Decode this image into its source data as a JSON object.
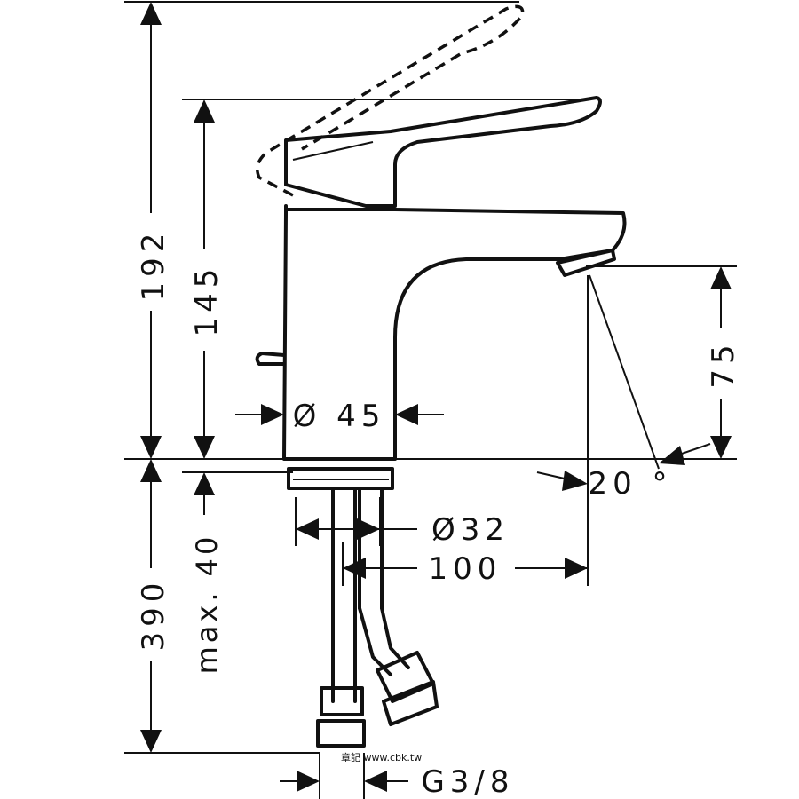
{
  "dimensions": {
    "d192": "192",
    "d145": "145",
    "d75": "75",
    "d45": "Ø 45",
    "d20": "20 °",
    "d32": "Ø32",
    "d100": "100",
    "d390": "390",
    "dmax40": "max. 40",
    "dg38": "G3/8"
  },
  "watermark": "章記 www.cbk.tw"
}
